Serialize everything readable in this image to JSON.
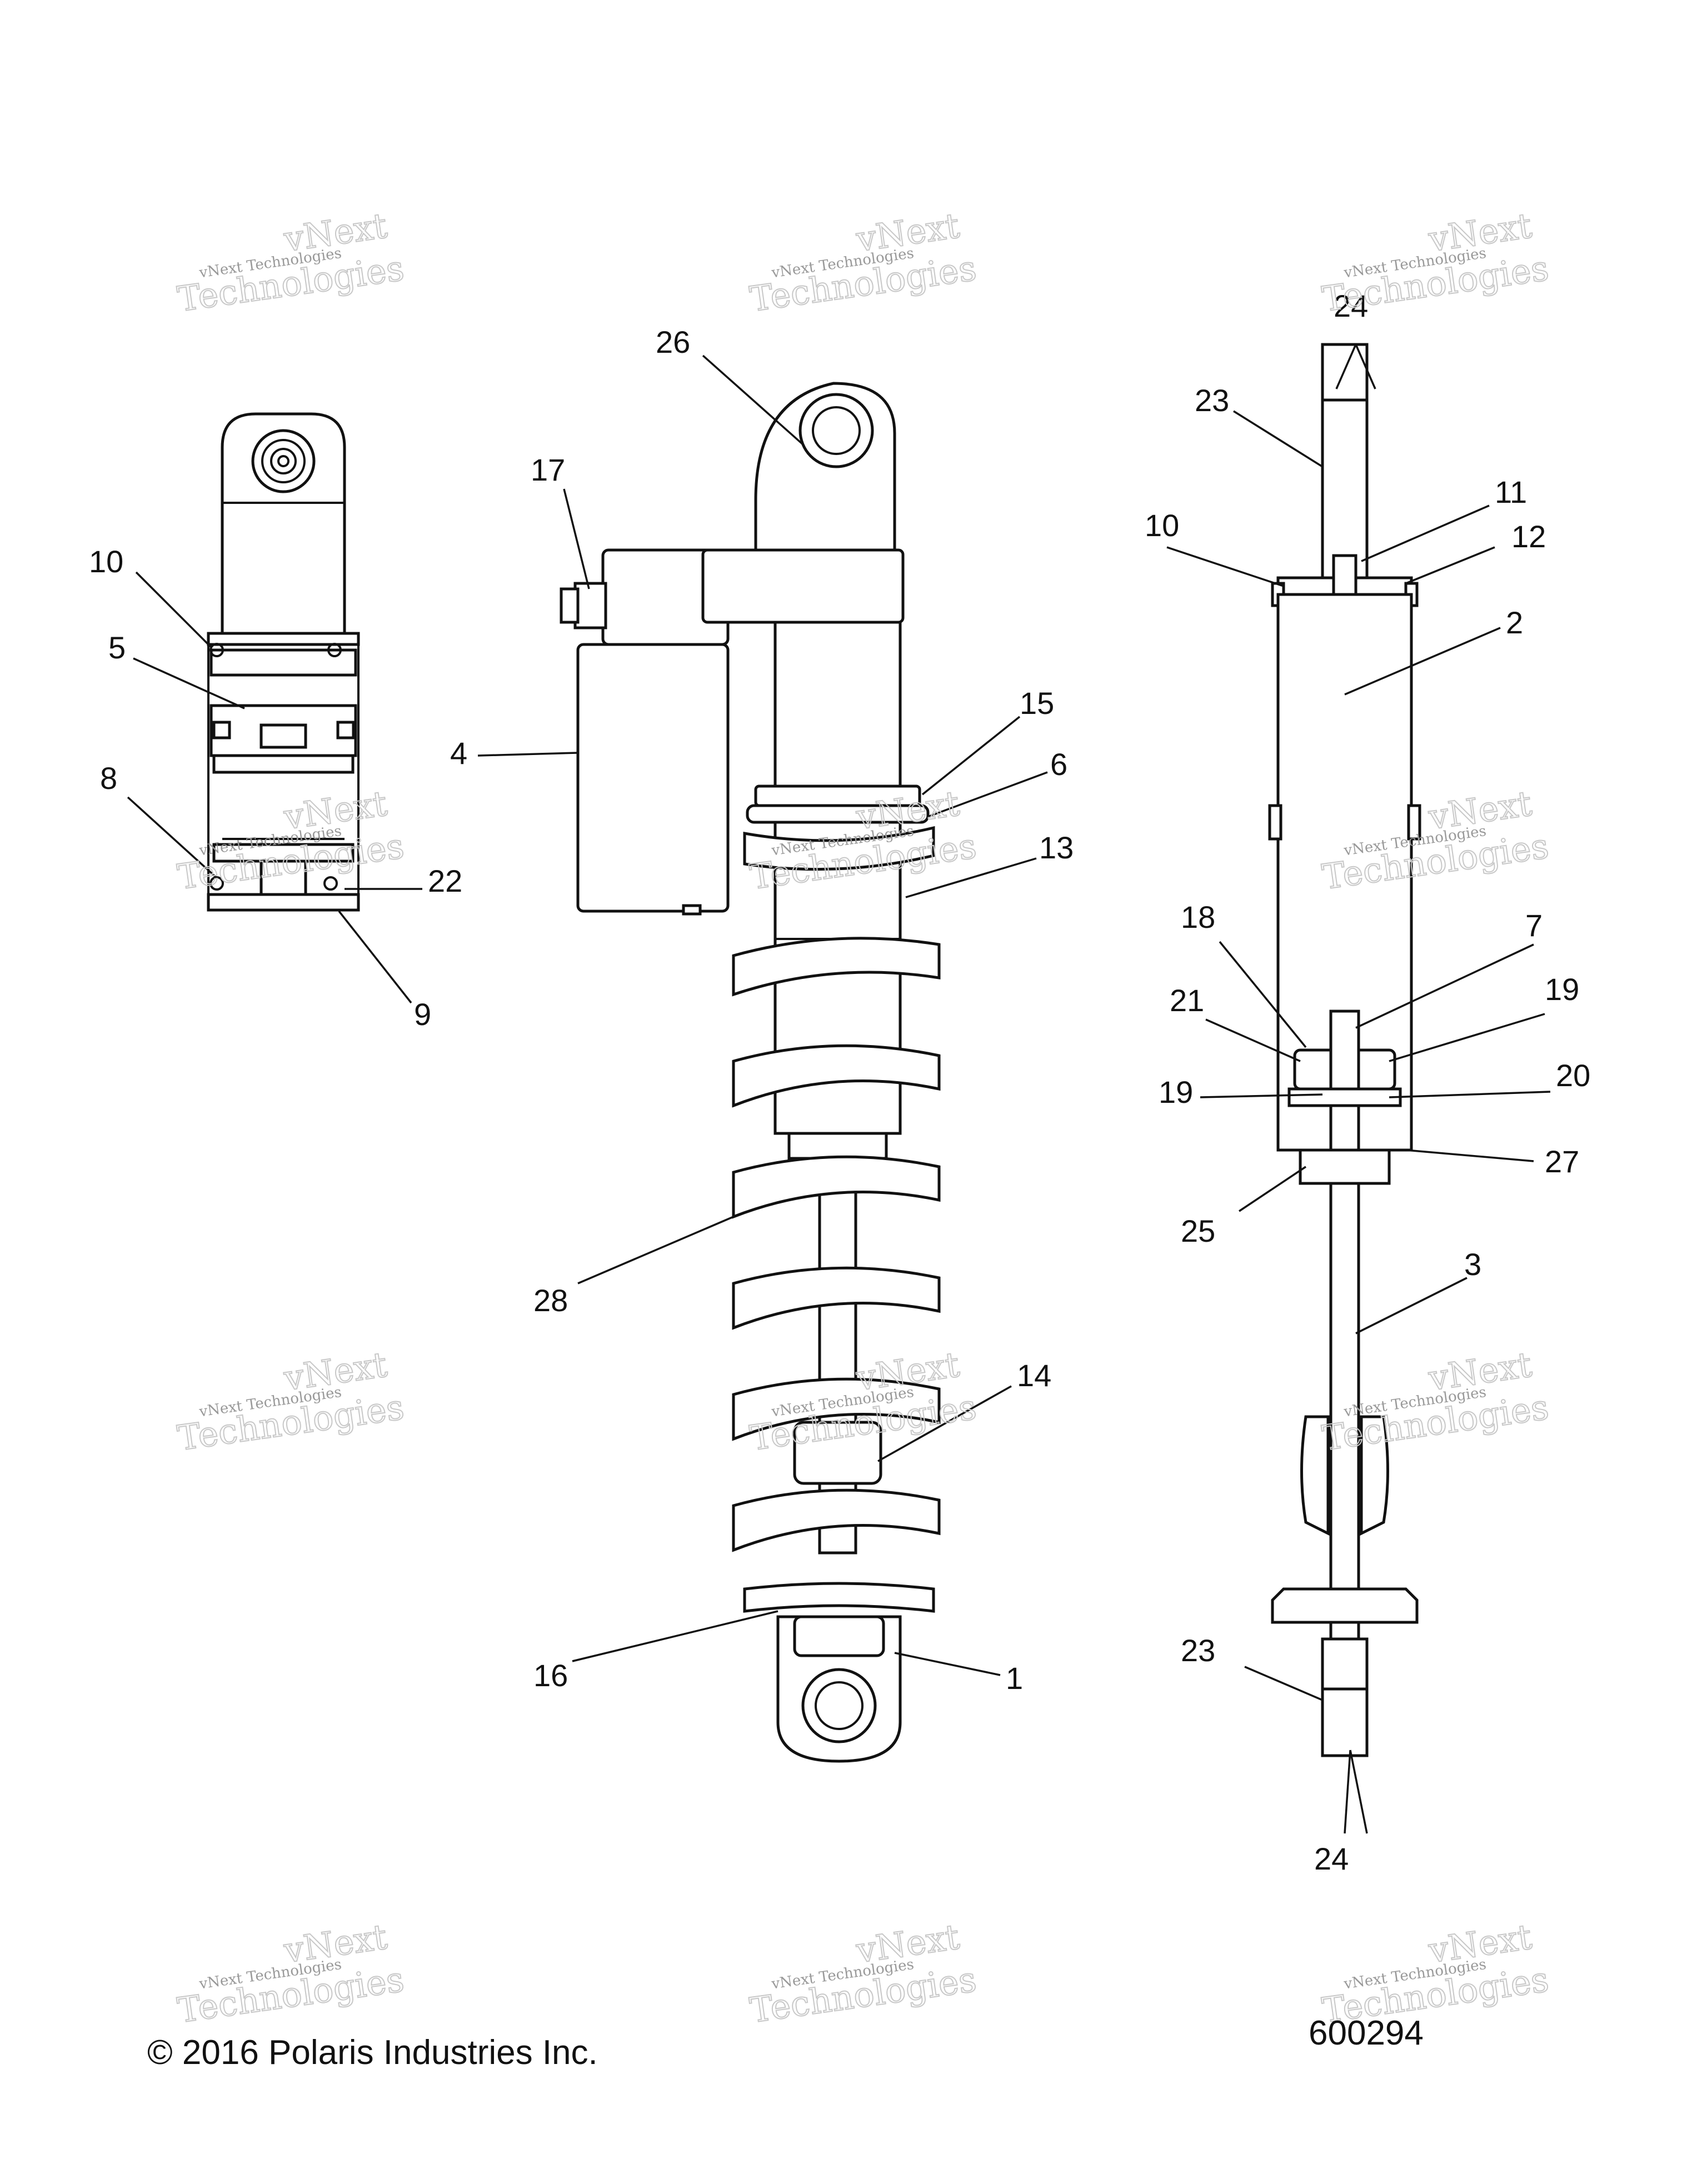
{
  "callouts": {
    "left": [
      {
        "id": "c-10a",
        "label": "10"
      },
      {
        "id": "c-5",
        "label": "5"
      },
      {
        "id": "c-8",
        "label": "8"
      },
      {
        "id": "c-22",
        "label": "22"
      },
      {
        "id": "c-9",
        "label": "9"
      }
    ],
    "center": [
      {
        "id": "c-26",
        "label": "26"
      },
      {
        "id": "c-17",
        "label": "17"
      },
      {
        "id": "c-4",
        "label": "4"
      },
      {
        "id": "c-15",
        "label": "15"
      },
      {
        "id": "c-6",
        "label": "6"
      },
      {
        "id": "c-13",
        "label": "13"
      },
      {
        "id": "c-28",
        "label": "28"
      },
      {
        "id": "c-14",
        "label": "14"
      },
      {
        "id": "c-16",
        "label": "16"
      },
      {
        "id": "c-1",
        "label": "1"
      }
    ],
    "right": [
      {
        "id": "c-24a",
        "label": "24"
      },
      {
        "id": "c-23a",
        "label": "23"
      },
      {
        "id": "c-11",
        "label": "11"
      },
      {
        "id": "c-10b",
        "label": "10"
      },
      {
        "id": "c-12",
        "label": "12"
      },
      {
        "id": "c-2",
        "label": "2"
      },
      {
        "id": "c-18",
        "label": "18"
      },
      {
        "id": "c-7",
        "label": "7"
      },
      {
        "id": "c-21",
        "label": "21"
      },
      {
        "id": "c-19a",
        "label": "19"
      },
      {
        "id": "c-19b",
        "label": "19"
      },
      {
        "id": "c-20",
        "label": "20"
      },
      {
        "id": "c-27",
        "label": "27"
      },
      {
        "id": "c-25",
        "label": "25"
      },
      {
        "id": "c-3",
        "label": "3"
      },
      {
        "id": "c-23b",
        "label": "23"
      },
      {
        "id": "c-24b",
        "label": "24"
      }
    ]
  },
  "watermark": {
    "line1": "vNext Technologies",
    "line2": "Technologies",
    "top": "vNext"
  },
  "footer": {
    "copyright": "© 2016 Polaris Industries Inc.",
    "figure_number": "600294"
  }
}
